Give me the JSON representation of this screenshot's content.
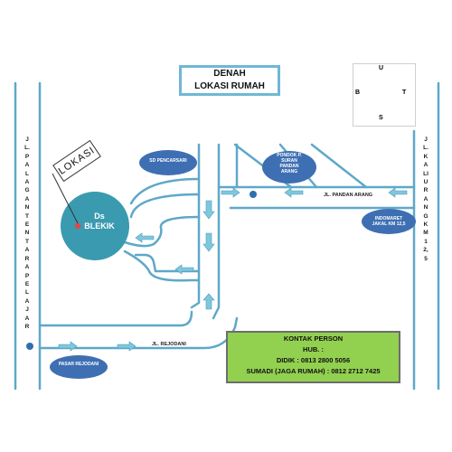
{
  "title": {
    "line1": "DENAH",
    "line2": "LOKASI RUMAH"
  },
  "compass": {
    "north": "U",
    "south": "S",
    "east": "T",
    "west": "B"
  },
  "roads": {
    "left_vertical": "JL. PALAGAN TENTARA PELAJAR",
    "right_vertical": "JL. KALIURANG KM 12,5",
    "pandan_arang": "JL. PANDAN ARANG",
    "rejodani": "JL. REJODANI"
  },
  "landmarks": {
    "sd": "SD PENCARSARI",
    "pondok": "PONDOK P. SURAN PANDAN ARANG",
    "indomaret": "INDOMARET JAKAL KM 12,5",
    "pasar": "PASAR REJODANI"
  },
  "location": {
    "marker": "LOKASI",
    "name_line1": "Ds",
    "name_line2": "BLEKIK"
  },
  "contact": {
    "heading": "KONTAK PERSON",
    "sub": "HUB. :",
    "line1": "DIDIK : 0813 2800 5056",
    "line2": "SUMADI (JAGA RUMAH) : 0812 2712 7425"
  },
  "colors": {
    "road": "#5ea8c8",
    "oval": "#3e6fb2",
    "location_circle": "#3a9ab0",
    "arrow": "#7fc7dd",
    "contact_bg": "#92d050"
  }
}
